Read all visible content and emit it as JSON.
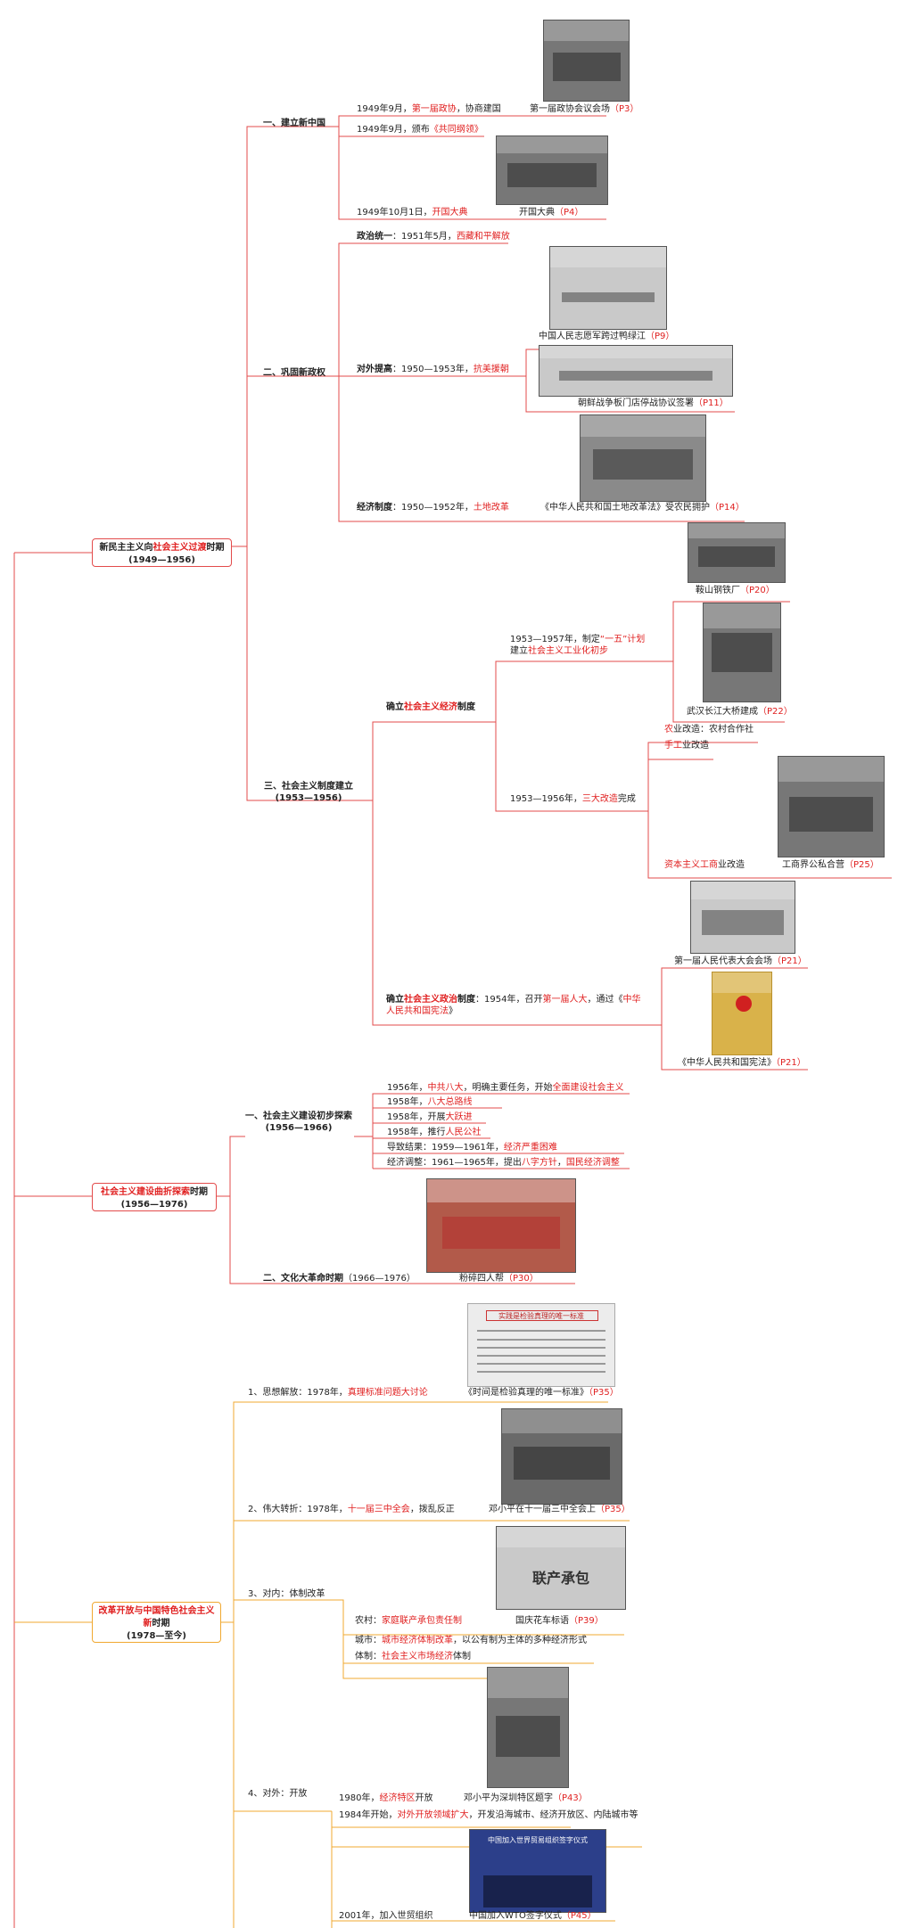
{
  "root_lines_color": "#e34b4b",
  "accent_red": "#e02020",
  "accent_orange": "#f0a830",
  "period1": {
    "title_a": "新民主主义向",
    "title_b": "社会主义过渡",
    "title_c": "时期",
    "years": "(1949—1956)",
    "s1": {
      "label": "一、建立新中国",
      "l1_a": "1949年9月，",
      "l1_b": "第一届政协",
      "l1_c": "，协商建国",
      "l1_photo": "第一届政协会议会场",
      "l1_page": "（P3）",
      "l2_a": "1949年9月，颁布",
      "l2_b": "《共同纲领》",
      "l3_a": "1949年10月1日，",
      "l3_b": "开国大典",
      "l3_photo": "开国大典",
      "l3_page": "（P4）"
    },
    "s2": {
      "label": "二、巩固新政权",
      "pol_a": "政治统一",
      "pol_b": "：1951年5月，",
      "pol_c": "西藏和平解放",
      "ext_a": "对外提高",
      "ext_b": "：1950—1953年，",
      "ext_c": "抗美援朝",
      "ext_photo1": "中国人民志愿军跨过鸭绿江",
      "ext_page1": "（P9）",
      "ext_photo2": "朝鲜战争板门店停战协议签署",
      "ext_page2": "（P11）",
      "eco_a": "经济制度",
      "eco_b": "：1950—1952年，",
      "eco_c": "土地改革",
      "eco_photo": "《中华人民共和国土地改革法》受农民拥护",
      "eco_page": "（P14）"
    },
    "s3": {
      "label": "三、社会主义制度建立",
      "years": "(1953—1956)",
      "econ_a": "确立",
      "econ_b": "社会主义经济",
      "econ_c": "制度",
      "plan_a": "1953—1957年，制定",
      "plan_b": "“一五”计划",
      "plan_c": "建立",
      "plan_d": "社会主义工业化初步",
      "photo_steel": "鞍山钢铁厂",
      "page_steel": "（P20）",
      "photo_bridge": "武汉长江大桥建成",
      "page_bridge": "（P22）",
      "reform_a": "1953—1956年，",
      "reform_b": "三大改造",
      "reform_c": "完成",
      "agri_a": "农",
      "agri_b": "业改造：农村合作社",
      "craft_a": "手工",
      "craft_b": "业改造",
      "cap_a": "资本主义工商",
      "cap_b": "业改造",
      "photo_merchant": "工商界公私合营",
      "page_merchant": "（P25）",
      "pol_a": "确立",
      "pol_b": "社会主义政治",
      "pol_c": "制度",
      "pol_d": "：1954年，召开",
      "pol_e": "第一届人大",
      "pol_f": "，通过《",
      "pol_g": "中华",
      "pol_h": "人民共和国宪法",
      "pol_i": "》",
      "photo_npc": "第一届人民代表大会会场",
      "page_npc": "（P21）",
      "photo_const": "《中华人民共和国宪法》",
      "page_const": "（P21）"
    }
  },
  "period2": {
    "title_a": "社会主义建设曲折探索",
    "title_b": "时期",
    "years": "(1956—1976)",
    "s1": {
      "label": "一、社会主义建设初步探索",
      "years": "(1956—1966)",
      "i1_a": "1956年，",
      "i1_b": "中共八大",
      "i1_c": "，明确主要任务，开始",
      "i1_d": "全面建设社会主义",
      "i2_a": "1958年，",
      "i2_b": "八大总路线",
      "i3_a": "1958年，开展",
      "i3_b": "大跃进",
      "i4_a": "1958年，推行",
      "i4_b": "人民公社",
      "i5_a": "导致结果：1959—1961年，",
      "i5_b": "经济严重困难",
      "i6_a": "经济调整：1961—1965年，提出",
      "i6_b": "八字方针",
      "i6_c": "，",
      "i6_d": "国民经济调整"
    },
    "s2": {
      "label": "二、文化大革命时期",
      "years": "（1966—1976）",
      "photo": "粉碎四人帮",
      "page": "（P30）"
    }
  },
  "period3": {
    "title_a": "改革开放与中国特色社会主义",
    "title_b": "新",
    "title_c": "时期",
    "years": "(1978—至今)",
    "i1_a": "1、思想解放：1978年，",
    "i1_b": "真理标准问题大讨论",
    "i1_photo": "《时间是检验真理的唯一标准》",
    "i1_page": "（P35）",
    "i2_a": "2、伟大转折：1978年，",
    "i2_b": "十一届三中全会",
    "i2_c": "，拨乱反正",
    "i2_photo": "邓小平在十一届三中全会上",
    "i2_page": "（P35）",
    "i3": "3、对内：体制改革",
    "i3_rural_a": "农村：",
    "i3_rural_b": "家庭联产承包责任制",
    "i3_photo": "国庆花车标语",
    "i3_page": "（P39）",
    "i3_city_a": "城市：",
    "i3_city_b": "城市经济体制改革",
    "i3_city_c": "，以公有制为主体的多种经济形式",
    "i3_sys_a": "体制：",
    "i3_sys_b": "社会主义市场经济",
    "i3_sys_c": "体制",
    "i4": "4、对外：开放",
    "i4_a1": "1980年，",
    "i4_a2": "经济特区",
    "i4_a3": "开放",
    "i4_photo1": "邓小平为深圳特区题字",
    "i4_page1": "（P43）",
    "i4_b1": "1984年开始，",
    "i4_b2": "对外开放领域扩大",
    "i4_b3": "，开发沿海城市、经济开放区、内陆城市等",
    "i4_c1": "2001年，加入世贸组织",
    "i4_photo2": "中国加入WTO签字仪式",
    "i4_page2": "（P45）",
    "paper_title": "实践是检验真理的唯一标准",
    "poster_text": "中国加入世界贸易组织签字仪式",
    "float_text": "联产承包"
  }
}
